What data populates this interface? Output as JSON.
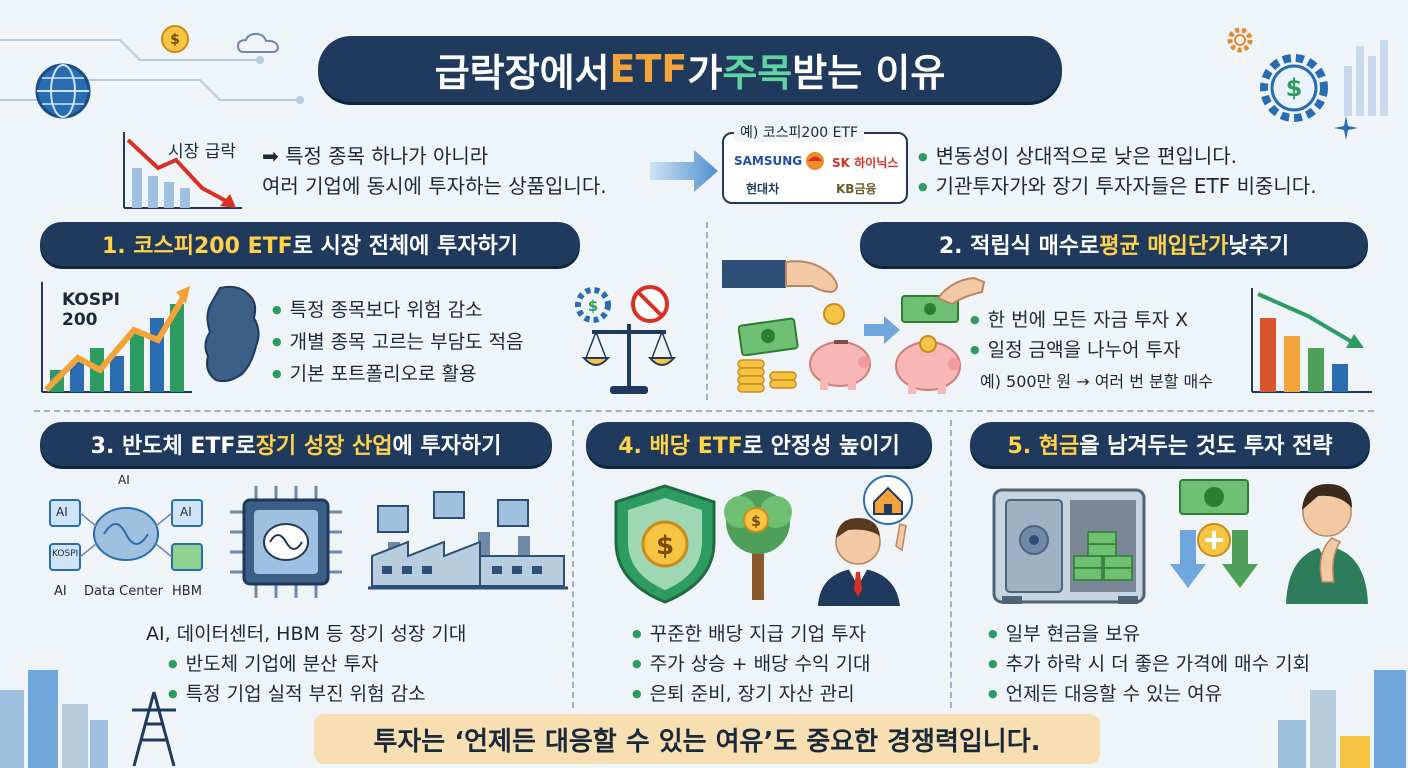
{
  "title": {
    "part1": "급락장에서 ",
    "part2": "ETF",
    "part3": "가 ",
    "part4": "주목",
    "part5": "받는 이유"
  },
  "intro": {
    "crash_label": "시장 급락",
    "desc_line1": "➡ 특정 종목 하나가 아니라",
    "desc_line2": "여러 기업에 동시에 투자하는 상품입니다.",
    "example_label": "예) 코스피200 ETF",
    "logos": [
      "SAMSUNG",
      "SK 하이닉스",
      "현대차",
      "KB금융"
    ],
    "bullets": [
      "변동성이 상대적으로 낮은 편입니다.",
      "기관투자가와 장기 투자자들은 ETF 비중니다."
    ]
  },
  "sections": {
    "s1": {
      "title_a": "1. 코스피200 ETF",
      "title_b": "로 시장 전체에 투자하기",
      "chart_label_1": "KOSPI",
      "chart_label_2": "200",
      "bullets": [
        "특정 종목보다 위험 감소",
        "개별 종목 고르는 부담도 적음",
        "기본 포트폴리오로 활용"
      ]
    },
    "s2": {
      "title_a": "2. 적립식 매수로 ",
      "title_b": "평균 매입단가",
      "title_c": " 낮추기",
      "bullets": [
        "한 번에 모든 자금 투자 X",
        "일정 금액을 나누어 투자"
      ],
      "example": "예) 500만 원 → 여러 번 분할 매수"
    },
    "s3": {
      "title_a": "3. 반도체 ETF로 ",
      "title_b": "장기 성장 산업",
      "title_c": "에 투자하기",
      "diagram_labels": [
        "AI",
        "AI",
        "AI",
        "KOSPI",
        "AI",
        "Data Center",
        "HBM"
      ],
      "headline": "AI, 데이터센터, HBM 등 장기 성장 기대",
      "bullets": [
        "반도체 기업에 분산 투자",
        "특정 기업 실적 부진 위험 감소"
      ]
    },
    "s4": {
      "title_a": "4. 배당 ETF",
      "title_b": "로 안정성 높이기",
      "bullets": [
        "꾸준한 배당 지급 기업 투자",
        "주가 상승 + 배당 수익 기대",
        "은퇴 준비, 장기 자산 관리"
      ]
    },
    "s5": {
      "title_a": "5. 현금",
      "title_b": "을 남겨두는 것도 투자 전략",
      "bullets": [
        "일부 현금을 보유",
        "추가 하락 시 더 좋은 가격에 매수 기회",
        "언제든 대응할 수 있는 여유"
      ]
    }
  },
  "bottom_banner": "투자는 ‘언제든 대응할 수 있는 여유’도 중요한 경쟁력입니다.",
  "colors": {
    "navy": "#1f3a5c",
    "highlight": "#ffd24a",
    "accent_orange": "#f2a43a",
    "accent_green": "#2e9b63",
    "banner": "#f7dfb2"
  },
  "icons": [
    "globe-icon",
    "dollar-coin-icon",
    "cloud-icon",
    "gear-icon",
    "dollar-gear-icon",
    "sparkle-icon",
    "arrow-right-icon",
    "scale-icon",
    "no-symbol-icon",
    "piggy-bank-icon",
    "cash-icon",
    "coin-stack-icon",
    "hand-icon",
    "chip-icon",
    "brain-icon",
    "factory-icon",
    "shield-icon",
    "tree-icon",
    "house-icon",
    "businessman-icon",
    "safe-icon",
    "plus-icon",
    "thinking-man-icon",
    "city-icon",
    "power-tower-icon"
  ]
}
